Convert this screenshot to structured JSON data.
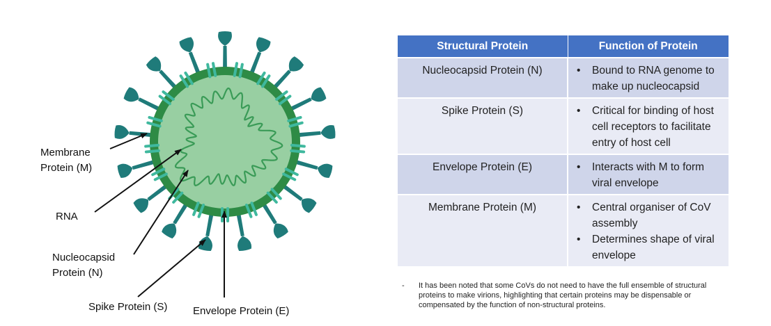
{
  "diagram": {
    "labels": {
      "membrane_line1": "Membrane",
      "membrane_line2": "Protein (M)",
      "rna": "RNA",
      "nucleocapsid_line1": "Nucleocapsid",
      "nucleocapsid_line2": "Protein (N)",
      "spike": "Spike Protein (S)",
      "envelope": "Envelope Protein (E)"
    },
    "colors": {
      "spike": "#1f7b7a",
      "membrane_ring": "#2e8b45",
      "inner_body": "#98cfa2",
      "rna": "#3a9b57",
      "envelope_protein": "#3fb89e"
    }
  },
  "table": {
    "headers": [
      "Structural Protein",
      "Function of Protein"
    ],
    "rows": [
      {
        "protein": "Nucleocapsid Protein (N)",
        "functions": [
          "Bound to RNA genome to make up nucleocapsid"
        ]
      },
      {
        "protein": "Spike Protein (S)",
        "functions": [
          "Critical for binding of host cell receptors to facilitate entry of host cell"
        ]
      },
      {
        "protein": "Envelope Protein (E)",
        "functions": [
          "Interacts with M to form viral envelope"
        ]
      },
      {
        "protein": "Membrane Protein (M)",
        "functions": [
          "Central organiser of CoV assembly",
          "Determines shape of viral envelope"
        ]
      }
    ],
    "colors": {
      "header": "#4472c4",
      "band_dark": "#cfd5ea",
      "band_light": "#e9ebf5"
    }
  },
  "footnote": {
    "marker": "-",
    "text": "It has been noted that some CoVs do not need to have the full ensemble of structural proteins to make virions, highlighting that certain proteins may be dispensable or compensated by the function of non-structural proteins."
  }
}
